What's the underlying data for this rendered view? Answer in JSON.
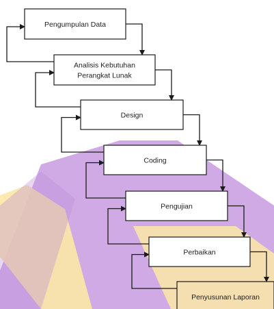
{
  "diagram": {
    "type": "waterfall-flow",
    "colors": {
      "stroke": "#1a1a1a",
      "box_fill": "#ffffff",
      "watermark_purple": "#c79be0",
      "watermark_yellow": "#fbe7a6"
    },
    "steps": [
      {
        "id": "pengumpulan-data",
        "label": [
          "Pengumpulan Data"
        ]
      },
      {
        "id": "analisis",
        "label": [
          "Analisis Kebutuhan",
          "Perangkat Lunak"
        ]
      },
      {
        "id": "design",
        "label": [
          "Design"
        ]
      },
      {
        "id": "coding",
        "label": [
          "Coding"
        ]
      },
      {
        "id": "pengujian",
        "label": [
          "Pengujian"
        ]
      },
      {
        "id": "perbaikan",
        "label": [
          "Perbaikan"
        ]
      },
      {
        "id": "penyusunan-laporan",
        "label": [
          "Penyusunan Laporan"
        ]
      }
    ]
  }
}
